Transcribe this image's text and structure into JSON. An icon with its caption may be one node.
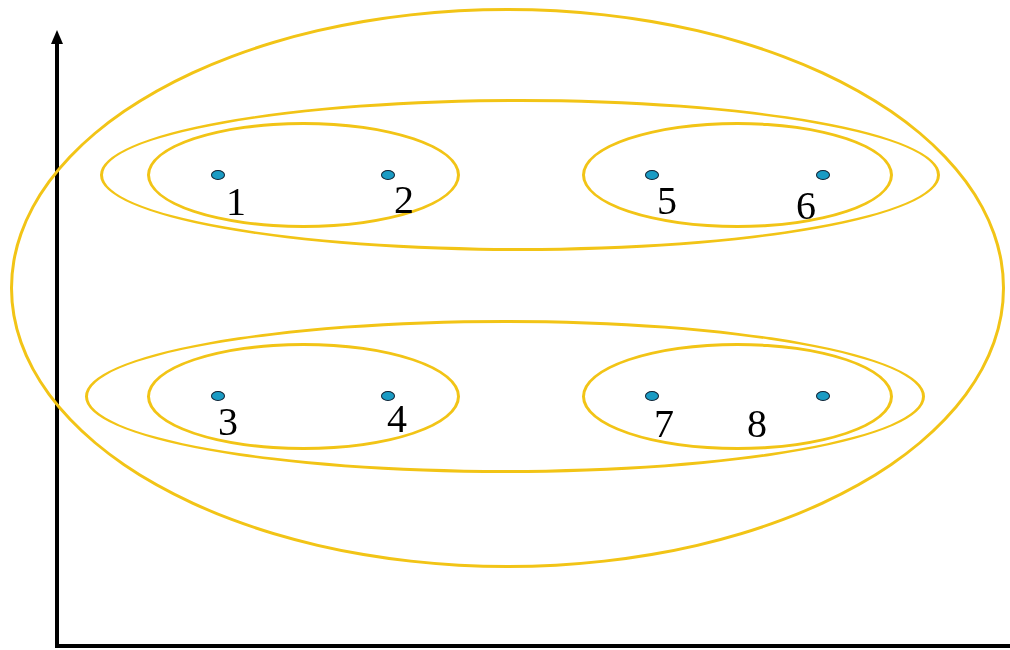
{
  "diagram": {
    "nodes": [
      {
        "text": [],
        "shape": "ellipse"
      },
      {
        "text": [],
        "shape": "ellipse",
        "in": 0
      },
      {
        "text": [],
        "shape": "ellipse",
        "in": 1
      },
      {
        "text": [],
        "shape": "circle",
        "beside": [
          "1"
        ],
        "in": 2
      },
      {
        "text": [],
        "shape": "circle",
        "beside": [
          "2"
        ],
        "in": 2
      },
      {
        "text": [],
        "shape": "ellipse",
        "in": 1
      },
      {
        "text": [],
        "shape": "circle",
        "beside": [
          "5"
        ],
        "in": 5
      },
      {
        "text": [],
        "shape": "circle",
        "beside": [
          "6"
        ],
        "in": 5
      },
      {
        "text": [],
        "shape": "ellipse",
        "in": 0
      },
      {
        "text": [],
        "shape": "ellipse",
        "in": 8
      },
      {
        "text": [],
        "shape": "circle",
        "beside": [
          "3"
        ],
        "in": 9
      },
      {
        "text": [],
        "shape": "circle",
        "beside": [
          "4"
        ],
        "in": 9
      },
      {
        "text": [],
        "shape": "ellipse",
        "in": 8
      },
      {
        "text": [],
        "shape": "circle",
        "beside": [
          "7"
        ],
        "in": 12
      },
      {
        "text": [],
        "shape": "circle",
        "beside": [
          "8"
        ],
        "in": 12
      }
    ],
    "edges": []
  }
}
